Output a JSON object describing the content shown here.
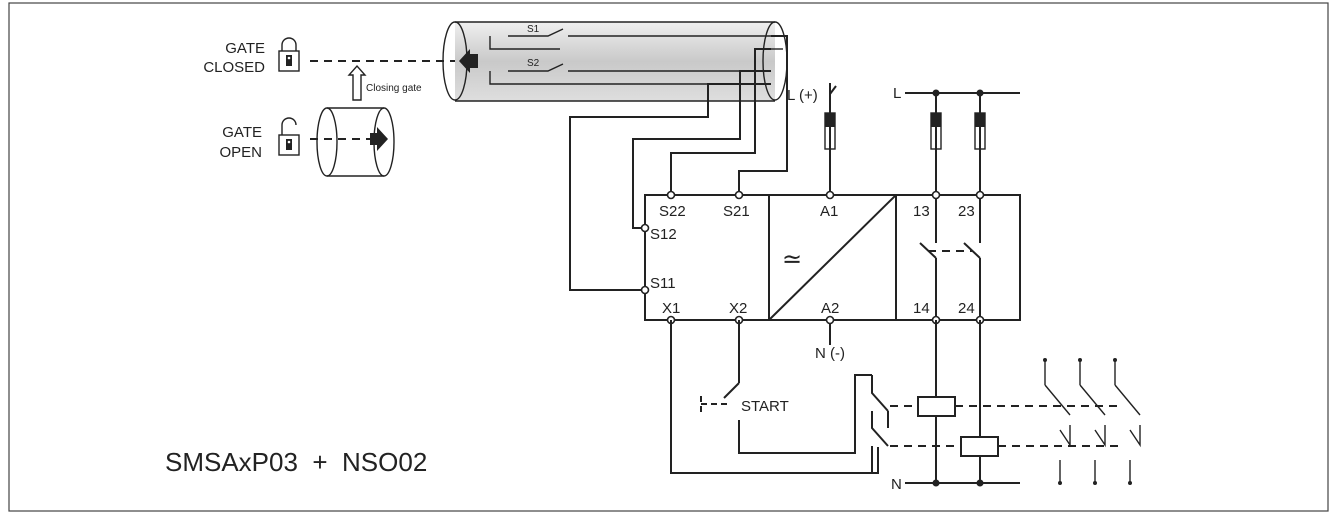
{
  "title": "SMSAxP03  +  NSO02",
  "gate": {
    "closed_line1": "GATE",
    "closed_line2": "CLOSED",
    "open_line1": "GATE",
    "open_line2": "OPEN",
    "closing_label": "Closing gate"
  },
  "sensor": {
    "switch1": "S1",
    "switch2": "S2"
  },
  "supply": {
    "line_pos": "L (+)",
    "neutral_neg": "N (-)",
    "line": "L",
    "neutral": "N"
  },
  "terminals": {
    "s22": "S22",
    "s21": "S21",
    "a1": "A1",
    "t13": "13",
    "t23": "23",
    "s12": "S12",
    "s11": "S11",
    "x1": "X1",
    "x2": "X2",
    "a2": "A2",
    "t14": "14",
    "t24": "24"
  },
  "converter_symbol": "≃",
  "start_label": "START",
  "colors": {
    "line": "#222222",
    "sensor_fill": "#d0d0d0",
    "background": "#ffffff"
  }
}
